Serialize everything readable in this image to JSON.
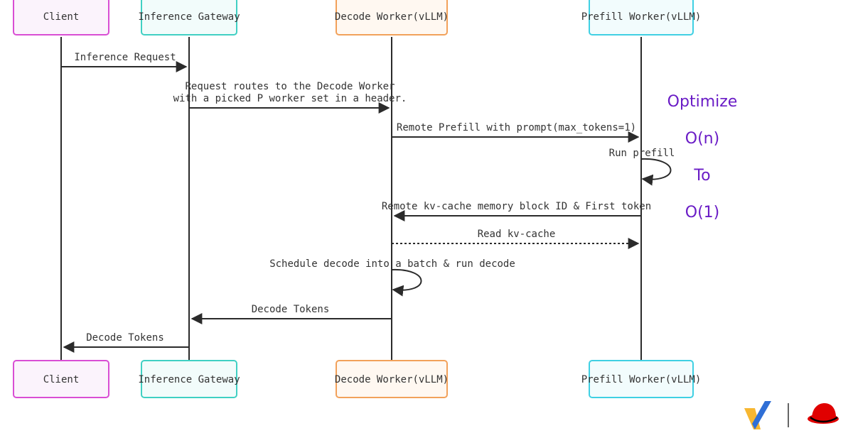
{
  "actors": [
    {
      "id": "client",
      "label": "Client",
      "color": "#d94ed4",
      "fill": "#fbf3fc"
    },
    {
      "id": "gateway",
      "label": "Inference Gateway",
      "color": "#40d0c3",
      "fill": "#f2fcfb"
    },
    {
      "id": "decode",
      "label": "Decode Worker(vLLM)",
      "color": "#f2a15a",
      "fill": "#fff8f1"
    },
    {
      "id": "prefill",
      "label": "Prefill Worker(vLLM)",
      "color": "#40d0e3",
      "fill": "#f2fcfd"
    }
  ],
  "messages": [
    {
      "id": "m1",
      "lines": [
        "Inference Request"
      ],
      "from": "client",
      "to": "gateway",
      "style": "solid"
    },
    {
      "id": "m2",
      "lines": [
        "Request routes to the Decode Worker",
        "with a picked P worker set in a header."
      ],
      "from": "gateway",
      "to": "decode",
      "style": "solid"
    },
    {
      "id": "m3",
      "lines": [
        "Remote Prefill with prompt(max_tokens=1)"
      ],
      "from": "decode",
      "to": "prefill",
      "style": "solid"
    },
    {
      "id": "m4",
      "lines": [
        "Run prefill"
      ],
      "from": "prefill",
      "to": "prefill",
      "style": "self"
    },
    {
      "id": "m5",
      "lines": [
        "Remote kv-cache memory block ID & First token"
      ],
      "from": "prefill",
      "to": "decode",
      "style": "solid"
    },
    {
      "id": "m6",
      "lines": [
        "Read kv-cache"
      ],
      "from": "decode",
      "to": "prefill",
      "style": "dotted"
    },
    {
      "id": "m7",
      "lines": [
        "Schedule decode into a batch & run decode"
      ],
      "from": "decode",
      "to": "decode",
      "style": "self"
    },
    {
      "id": "m8",
      "lines": [
        "Decode Tokens"
      ],
      "from": "decode",
      "to": "gateway",
      "style": "solid"
    },
    {
      "id": "m9",
      "lines": [
        "Decode Tokens"
      ],
      "from": "gateway",
      "to": "client",
      "style": "solid"
    }
  ],
  "annotation": {
    "lines": [
      "Optimize",
      "O(n)",
      "To",
      "O(1)"
    ],
    "color": "#6a1cc6"
  },
  "logos": {
    "vllm_colors": [
      "#f7b731",
      "#2f6fd6"
    ],
    "redhat_color": "#e00000"
  }
}
